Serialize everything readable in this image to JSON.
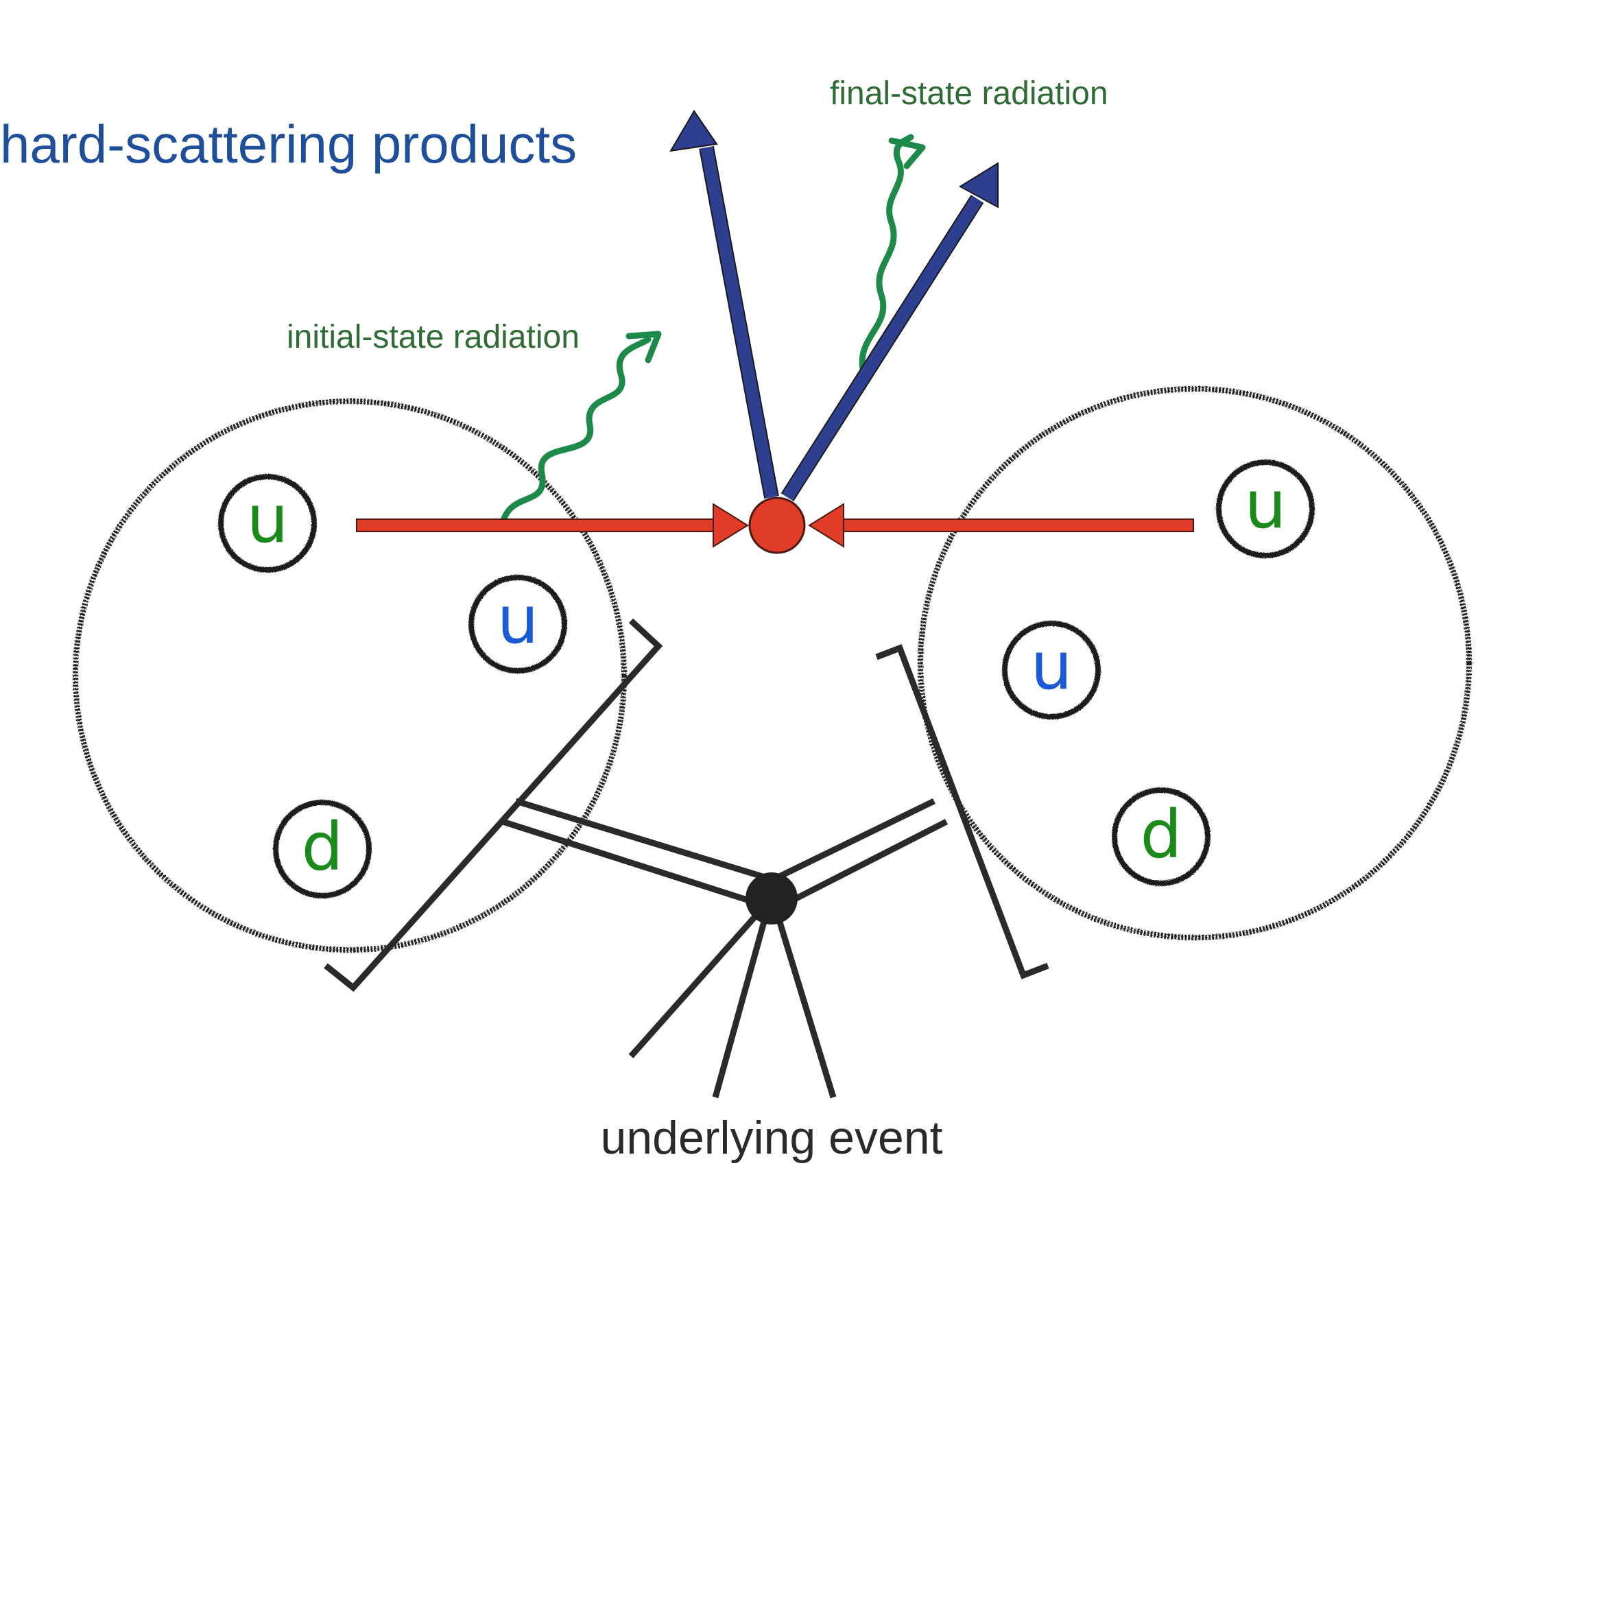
{
  "labels": {
    "hard_scattering": "hard-scattering products",
    "final_state_radiation": "final-state radiation",
    "initial_state_radiation": "initial-state radiation",
    "underlying_event": "underlying event"
  },
  "protons": {
    "left": {
      "quarks": [
        "u",
        "u",
        "d"
      ]
    },
    "right": {
      "quarks": [
        "u",
        "u",
        "d"
      ]
    }
  },
  "colors": {
    "hard_scattering": "#2e3f8f",
    "hard_scattering_label": "#1f4e9a",
    "radiation": "#1e8a4a",
    "radiation_label": "#2f6b34",
    "incoming_parton": "#e03c28",
    "vertex": "#e03c28",
    "proton_outline": "#1a1a1a",
    "underlying_event": "#2a2a2a",
    "quark_green": "#1a8a1a",
    "quark_blue": "#1a5ad6"
  }
}
